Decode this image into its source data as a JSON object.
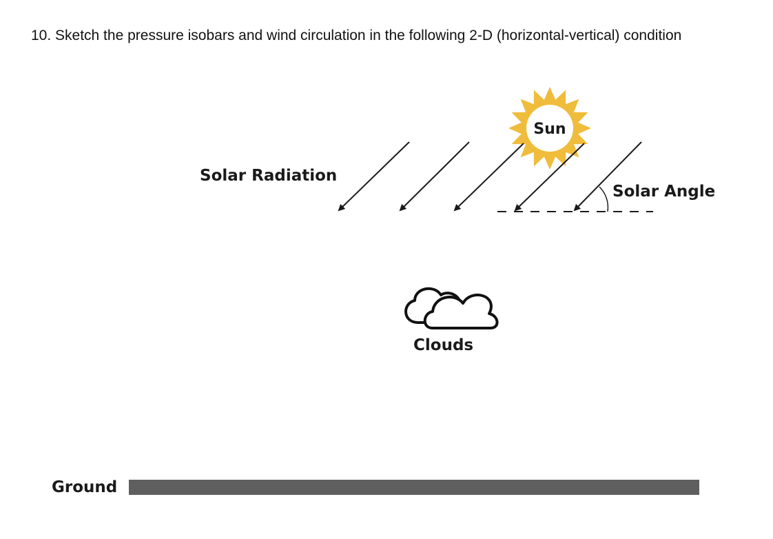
{
  "question": {
    "text": "10. Sketch the pressure isobars and wind circulation in the following 2-D (horizontal-vertical) condition"
  },
  "diagram": {
    "sun_label": "Sun",
    "solar_radiation_label": "Solar Radiation",
    "solar_angle_label": "Solar Angle",
    "clouds_label": "Clouds",
    "ground_label": "Ground"
  },
  "colors": {
    "sun_rays": "#F0BC3C",
    "sun_disc": "#FFFFFF",
    "ground_bar": "#5F5F5F",
    "lines": "#1A1A1A"
  }
}
